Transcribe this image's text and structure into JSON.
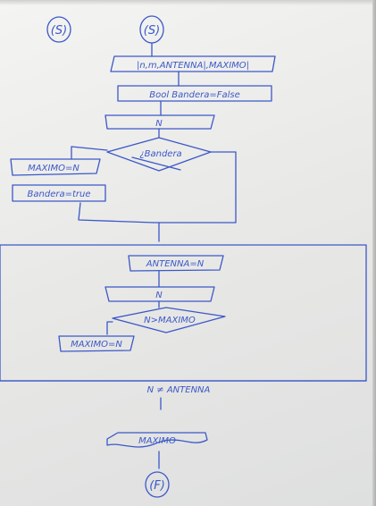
{
  "colors": {
    "paper": "#ecebe8",
    "ink": "#3c58c8"
  },
  "connectors": {
    "left_top": "(S)",
    "right_top": "(S)",
    "end": "(F)"
  },
  "steps": {
    "input": "|n,m,ANTENNA|,MAXIMO|",
    "bool_init": "Bool Bandera=False",
    "read_n_first": "N",
    "decision_flag": "¿Bandera",
    "set_max": "MAXIMO=N",
    "set_flag_true": "Bandera=true",
    "assign_antenna": "ANTENNA=N",
    "read_n_loop": "N",
    "decision_compare": "N>MAXIMO",
    "assign_max_loop": "MAXIMO=N",
    "loop_header": "N ≠ ANTENNA",
    "output": "MAXIMO"
  }
}
